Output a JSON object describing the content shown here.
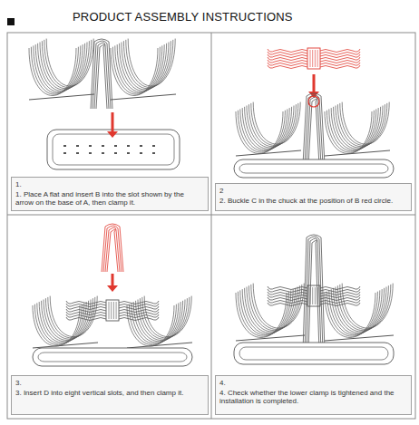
{
  "diagram": {
    "title": "PRODUCT ASSEMBLY INSTRUCTIONS",
    "nodes": [
      {
        "text": [
          "1.",
          "1. Place A flat and insert B into the slot shown by the arrow on the base of A, then clamp it."
        ]
      },
      {
        "text": [
          "2",
          "2. Buckle C in the chuck at the position of B red circle."
        ]
      },
      {
        "text": [
          "3.",
          "3. Insert D into eight vertical slots, and then clamp it."
        ]
      },
      {
        "text": [
          "4.",
          "4. Check whether the lower clamp is tightened and the installation is completed."
        ]
      }
    ]
  }
}
